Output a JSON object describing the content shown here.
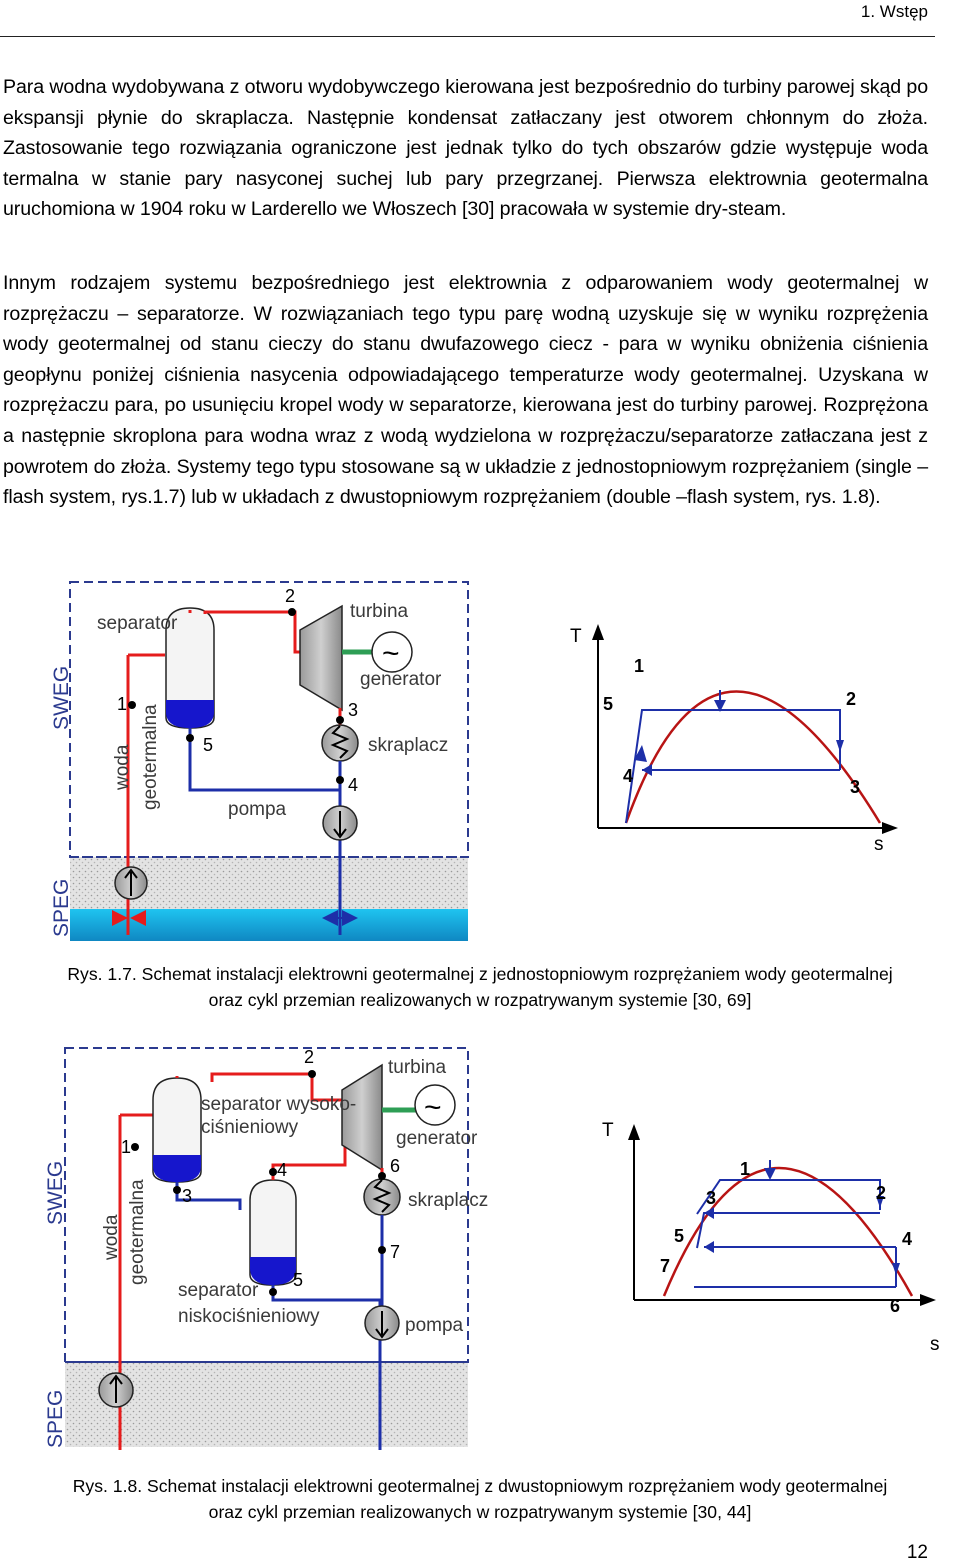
{
  "header": {
    "title": "1. Wstęp"
  },
  "paragraphs": [
    "Para wodna wydobywana z otworu wydobywczego kierowana jest bezpośrednio do turbiny parowej skąd po ekspansji płynie do skraplacza. Następnie kondensat zatłaczany jest otworem chłonnym do złoża. Zastosowanie tego rozwiązania ograniczone jest jednak tylko do tych obszarów gdzie występuje woda termalna w stanie pary nasyconej suchej lub pary przegrzanej. Pierwsza elektrownia geotermalna uruchomiona w 1904 roku w Larderello we Włoszech [30] pracowała w systemie dry-steam.",
    "Innym rodzajem systemu bezpośredniego jest elektrownia z odparowaniem wody geotermalnej w rozprężaczu – separatorze. W rozwiązaniach tego typu parę wodną uzyskuje się w wyniku rozprężenia wody geotermalnej od stanu cieczy do stanu dwufazowego ciecz - para w wyniku obniżenia ciśnienia geopłynu poniżej ciśnienia nasycenia odpowiadającego temperaturze wody geotermalnej. Uzyskana w rozprężaczu para, po usunięciu kropel wody w separatorze, kierowana jest do turbiny parowej. Rozprężona a następnie skroplona para wodna wraz z wodą wydzielona w rozprężaczu/separatorze zatłaczana jest z powrotem do złoża. Systemy tego typu stosowane są w układzie z jednostopniowym rozprężaniem (single – flash system, rys.1.7) lub w układach z dwustopniowym rozprężaniem (double –flash system, rys. 1.8)."
  ],
  "figure1": {
    "labels": {
      "sweg": "SWEG",
      "speg": "SPEG",
      "separator": "separator",
      "turbina": "turbina",
      "generator": "generator",
      "tilde": "~",
      "skraplacz": "skraplacz",
      "pompa": "pompa",
      "woda": "woda",
      "geotermalna": "geotermalna",
      "n1": "1",
      "n2": "2",
      "n3": "3",
      "n4": "4",
      "n5": "5"
    },
    "ts": {
      "t": "T",
      "s": "s",
      "n1": "1",
      "n2": "2",
      "n3": "3",
      "n4": "4",
      "n5": "5"
    },
    "caption": "Rys. 1.7. Schemat instalacji elektrowni geotermalnej z jednostopniowym rozprężaniem wody geotermalnej\noraz cykl przemian realizowanych w rozpatrywanym systemie [30, 69]"
  },
  "figure2": {
    "labels": {
      "sweg": "SWEG",
      "speg": "SPEG",
      "hp_separator_1": "separator wysoko-",
      "hp_separator_2": "ciśnieniowy",
      "lp_separator_1": "separator",
      "lp_separator_2": "niskociśnieniowy",
      "turbina": "turbina",
      "generator": "generator",
      "tilde": "~",
      "skraplacz": "skraplacz",
      "pompa": "pompa",
      "woda": "woda",
      "geotermalna": "geotermalna",
      "n1": "1",
      "n2": "2",
      "n3": "3",
      "n4": "4",
      "n5": "5",
      "n6": "6",
      "n7": "7"
    },
    "ts": {
      "t": "T",
      "s": "s",
      "n1": "1",
      "n2": "2",
      "n3": "3",
      "n4": "4",
      "n5": "5",
      "n6": "6",
      "n7": "7"
    },
    "caption": "Rys. 1.8. Schemat instalacji elektrowni geotermalnej z dwustopniowym rozprężaniem wody geotermalnej\noraz cykl przemian realizowanych w rozpatrywanym systemie [30, 44]"
  },
  "page_number": "12",
  "colors": {
    "hot": "#e51c1c",
    "cold": "#1d2fa8",
    "steam_green": "#2e9e55",
    "water": "#1bb0e6",
    "ground": "#dcdcdc"
  }
}
